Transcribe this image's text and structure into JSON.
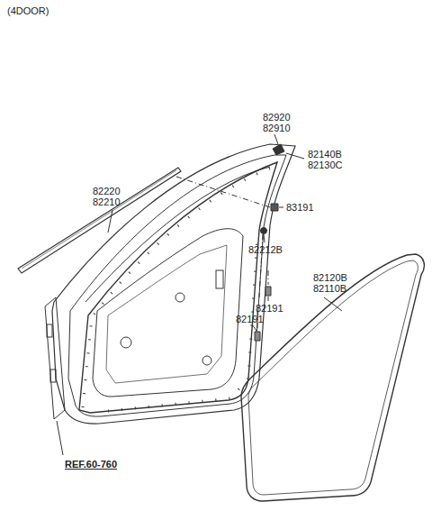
{
  "diagram": {
    "labels": [
      "(4DOOR)",
      "82920",
      "82910",
      "82140B",
      "82130C",
      "83191",
      "82220",
      "82210",
      "82212B",
      "82120B",
      "82110B",
      "82191",
      "82191",
      "REF.60-760"
    ]
  }
}
